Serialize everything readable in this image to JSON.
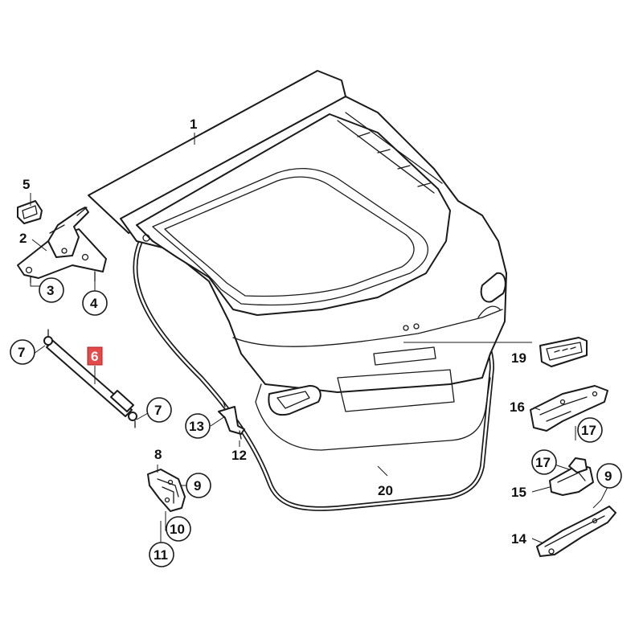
{
  "callouts": {
    "c1": "1",
    "c2": "2",
    "c3": "3",
    "c4": "4",
    "c5": "5",
    "c6": "6",
    "c7a": "7",
    "c7b": "7",
    "c8": "8",
    "c9a": "9",
    "c9b": "9",
    "c10": "10",
    "c11": "11",
    "c12": "12",
    "c13": "13",
    "c14": "14",
    "c15": "15",
    "c16": "16",
    "c17a": "17",
    "c17b": "17",
    "c19": "19",
    "c20": "20"
  },
  "highlight_color": "#e34b4b",
  "line_color": "#1a1a1a"
}
